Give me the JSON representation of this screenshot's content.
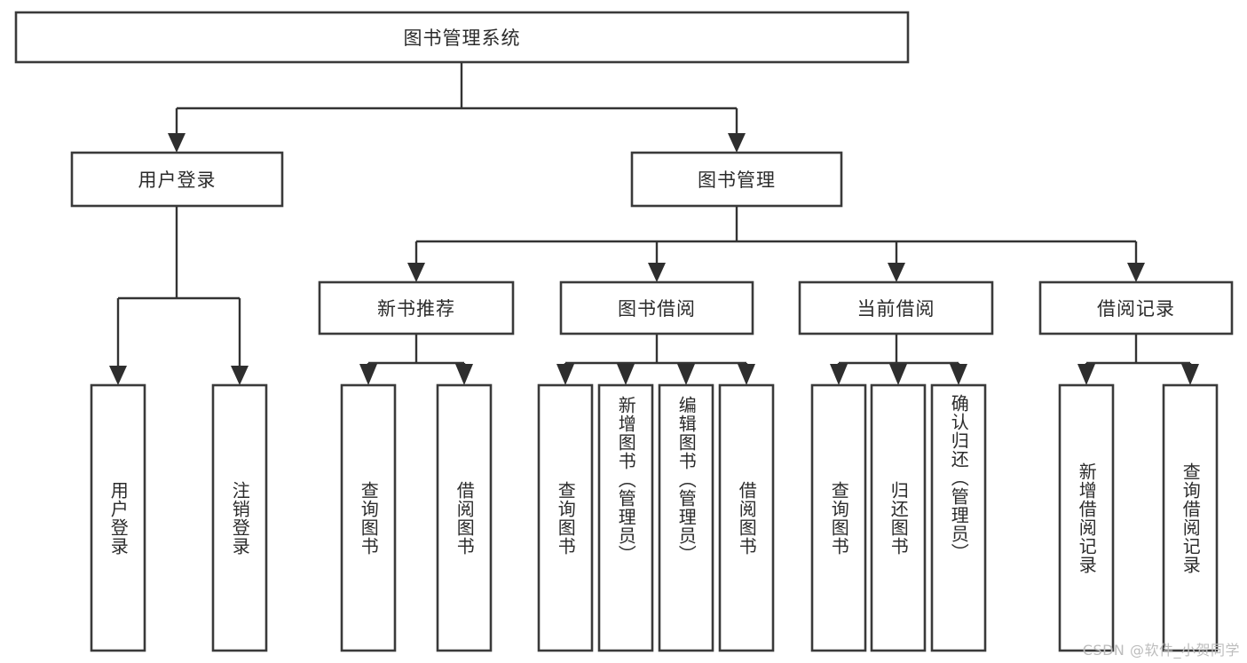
{
  "diagram": {
    "title": "图书管理系统",
    "type": "tree-hierarchy",
    "root": {
      "id": "root",
      "label": "图书管理系统",
      "orientation": "horizontal"
    },
    "level2": [
      {
        "id": "user-login",
        "label": "用户登录",
        "orientation": "horizontal"
      },
      {
        "id": "book-manage",
        "label": "图书管理",
        "orientation": "horizontal"
      }
    ],
    "level3": [
      {
        "id": "new-book-recommend",
        "label": "新书推荐",
        "orientation": "horizontal"
      },
      {
        "id": "book-borrow",
        "label": "图书借阅",
        "orientation": "horizontal"
      },
      {
        "id": "current-borrow",
        "label": "当前借阅",
        "orientation": "horizontal"
      },
      {
        "id": "borrow-record",
        "label": "借阅记录",
        "orientation": "horizontal"
      }
    ],
    "leaves": {
      "user-login": [
        {
          "id": "leaf-user-login",
          "label": "用户登录",
          "orientation": "vertical"
        },
        {
          "id": "leaf-logout-login",
          "label": "注销登录",
          "orientation": "vertical"
        }
      ],
      "new-book-recommend": [
        {
          "id": "leaf-query-book-1",
          "label": "查询图书",
          "orientation": "vertical"
        },
        {
          "id": "leaf-borrow-book-1",
          "label": "借阅图书",
          "orientation": "vertical"
        }
      ],
      "book-borrow": [
        {
          "id": "leaf-query-book-2",
          "label": "查询图书",
          "orientation": "vertical"
        },
        {
          "id": "leaf-add-book-admin",
          "label": "新增图书（管理员）",
          "orientation": "vertical"
        },
        {
          "id": "leaf-edit-book-admin",
          "label": "编辑图书（管理员）",
          "orientation": "vertical"
        },
        {
          "id": "leaf-borrow-book-2",
          "label": "借阅图书",
          "orientation": "vertical"
        }
      ],
      "current-borrow": [
        {
          "id": "leaf-query-book-3",
          "label": "查询图书",
          "orientation": "vertical"
        },
        {
          "id": "leaf-return-book",
          "label": "归还图书",
          "orientation": "vertical"
        },
        {
          "id": "leaf-confirm-return-admin",
          "label": "确认归还（管理员）",
          "orientation": "vertical"
        }
      ],
      "borrow-record": [
        {
          "id": "leaf-add-borrow-record",
          "label": "新增借阅记录",
          "orientation": "vertical"
        },
        {
          "id": "leaf-query-borrow-record",
          "label": "查询借阅记录",
          "orientation": "vertical"
        }
      ]
    }
  },
  "style": {
    "box_stroke": "#3a3a3a",
    "line_stroke": "#333333",
    "text_color": "#2b2b2b",
    "background": "#ffffff",
    "watermark_color": "#bdbdbd"
  },
  "watermark": {
    "text": "CSDN @软件_小贺同学"
  }
}
